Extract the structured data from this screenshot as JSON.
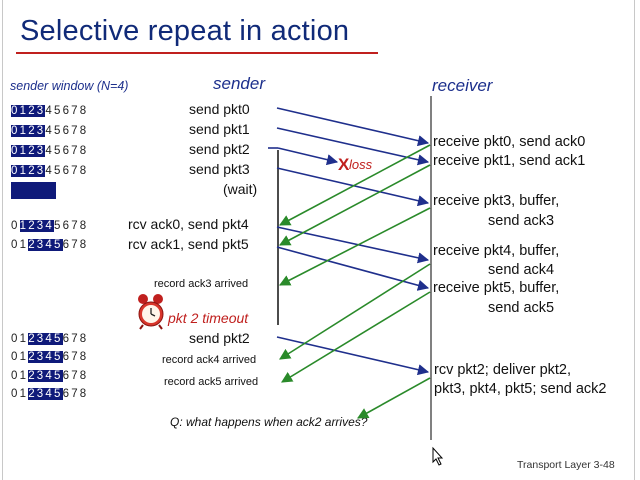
{
  "title": "Selective repeat in action",
  "sender_window_label": "sender window (N=4)",
  "sender_heading": "sender",
  "receiver_heading": "receiver",
  "window_states": [
    {
      "pre": "",
      "in": "0123",
      "post": "45678"
    },
    {
      "pre": "",
      "in": "0123",
      "post": "45678"
    },
    {
      "pre": "",
      "in": "0123",
      "post": "45678"
    },
    {
      "pre": "",
      "in": "0123",
      "post": "45678"
    },
    {
      "pre": "0",
      "in": "1234",
      "post": "5678"
    },
    {
      "pre": "01",
      "in": "2345",
      "post": "678"
    },
    {
      "pre": "01",
      "in": "2345",
      "post": "678"
    },
    {
      "pre": "01",
      "in": "2345",
      "post": "678"
    },
    {
      "pre": "01",
      "in": "2345",
      "post": "678"
    },
    {
      "pre": "01",
      "in": "2345",
      "post": "678"
    }
  ],
  "sender_events": {
    "s0": "send  pkt0",
    "s1": "send  pkt1",
    "s2": "send  pkt2",
    "s3": "send  pkt3",
    "wait": "(wait)",
    "ack0": "rcv ack0, send pkt4",
    "ack1": "rcv ack1, send pkt5",
    "rec3": "record ack3 arrived",
    "resend": "send  pkt2",
    "rec4": "record ack4 arrived",
    "rec5": "record ack5 arrived"
  },
  "loss_label": "loss",
  "loss_mark": "X",
  "timeout_label": "pkt 2 timeout",
  "receiver_events": {
    "r0": "receive pkt0, send ack0",
    "r1": "receive pkt1, send ack1",
    "r3a": "receive pkt3, buffer,",
    "r3b": "send ack3",
    "r4a": "receive pkt4, buffer,",
    "r4b": "send ack4",
    "r5a": "receive pkt5, buffer,",
    "r5b": "send ack5",
    "r2a": "rcv pkt2; deliver pkt2,",
    "r2b": "pkt3, pkt4, pkt5; send ack2"
  },
  "question": "Q: what happens when ack2 arrives?",
  "footer": "Transport Layer 3-48",
  "colors": {
    "title": "#102a78",
    "underline": "#c0201e",
    "data_arrow": "#1f2f8c",
    "ack_arrow": "#2a8a2a",
    "loss": "#c0201e",
    "window_fill": "#0f1a7a"
  },
  "icons": [
    "alarm-clock-icon",
    "mouse-cursor-icon"
  ]
}
